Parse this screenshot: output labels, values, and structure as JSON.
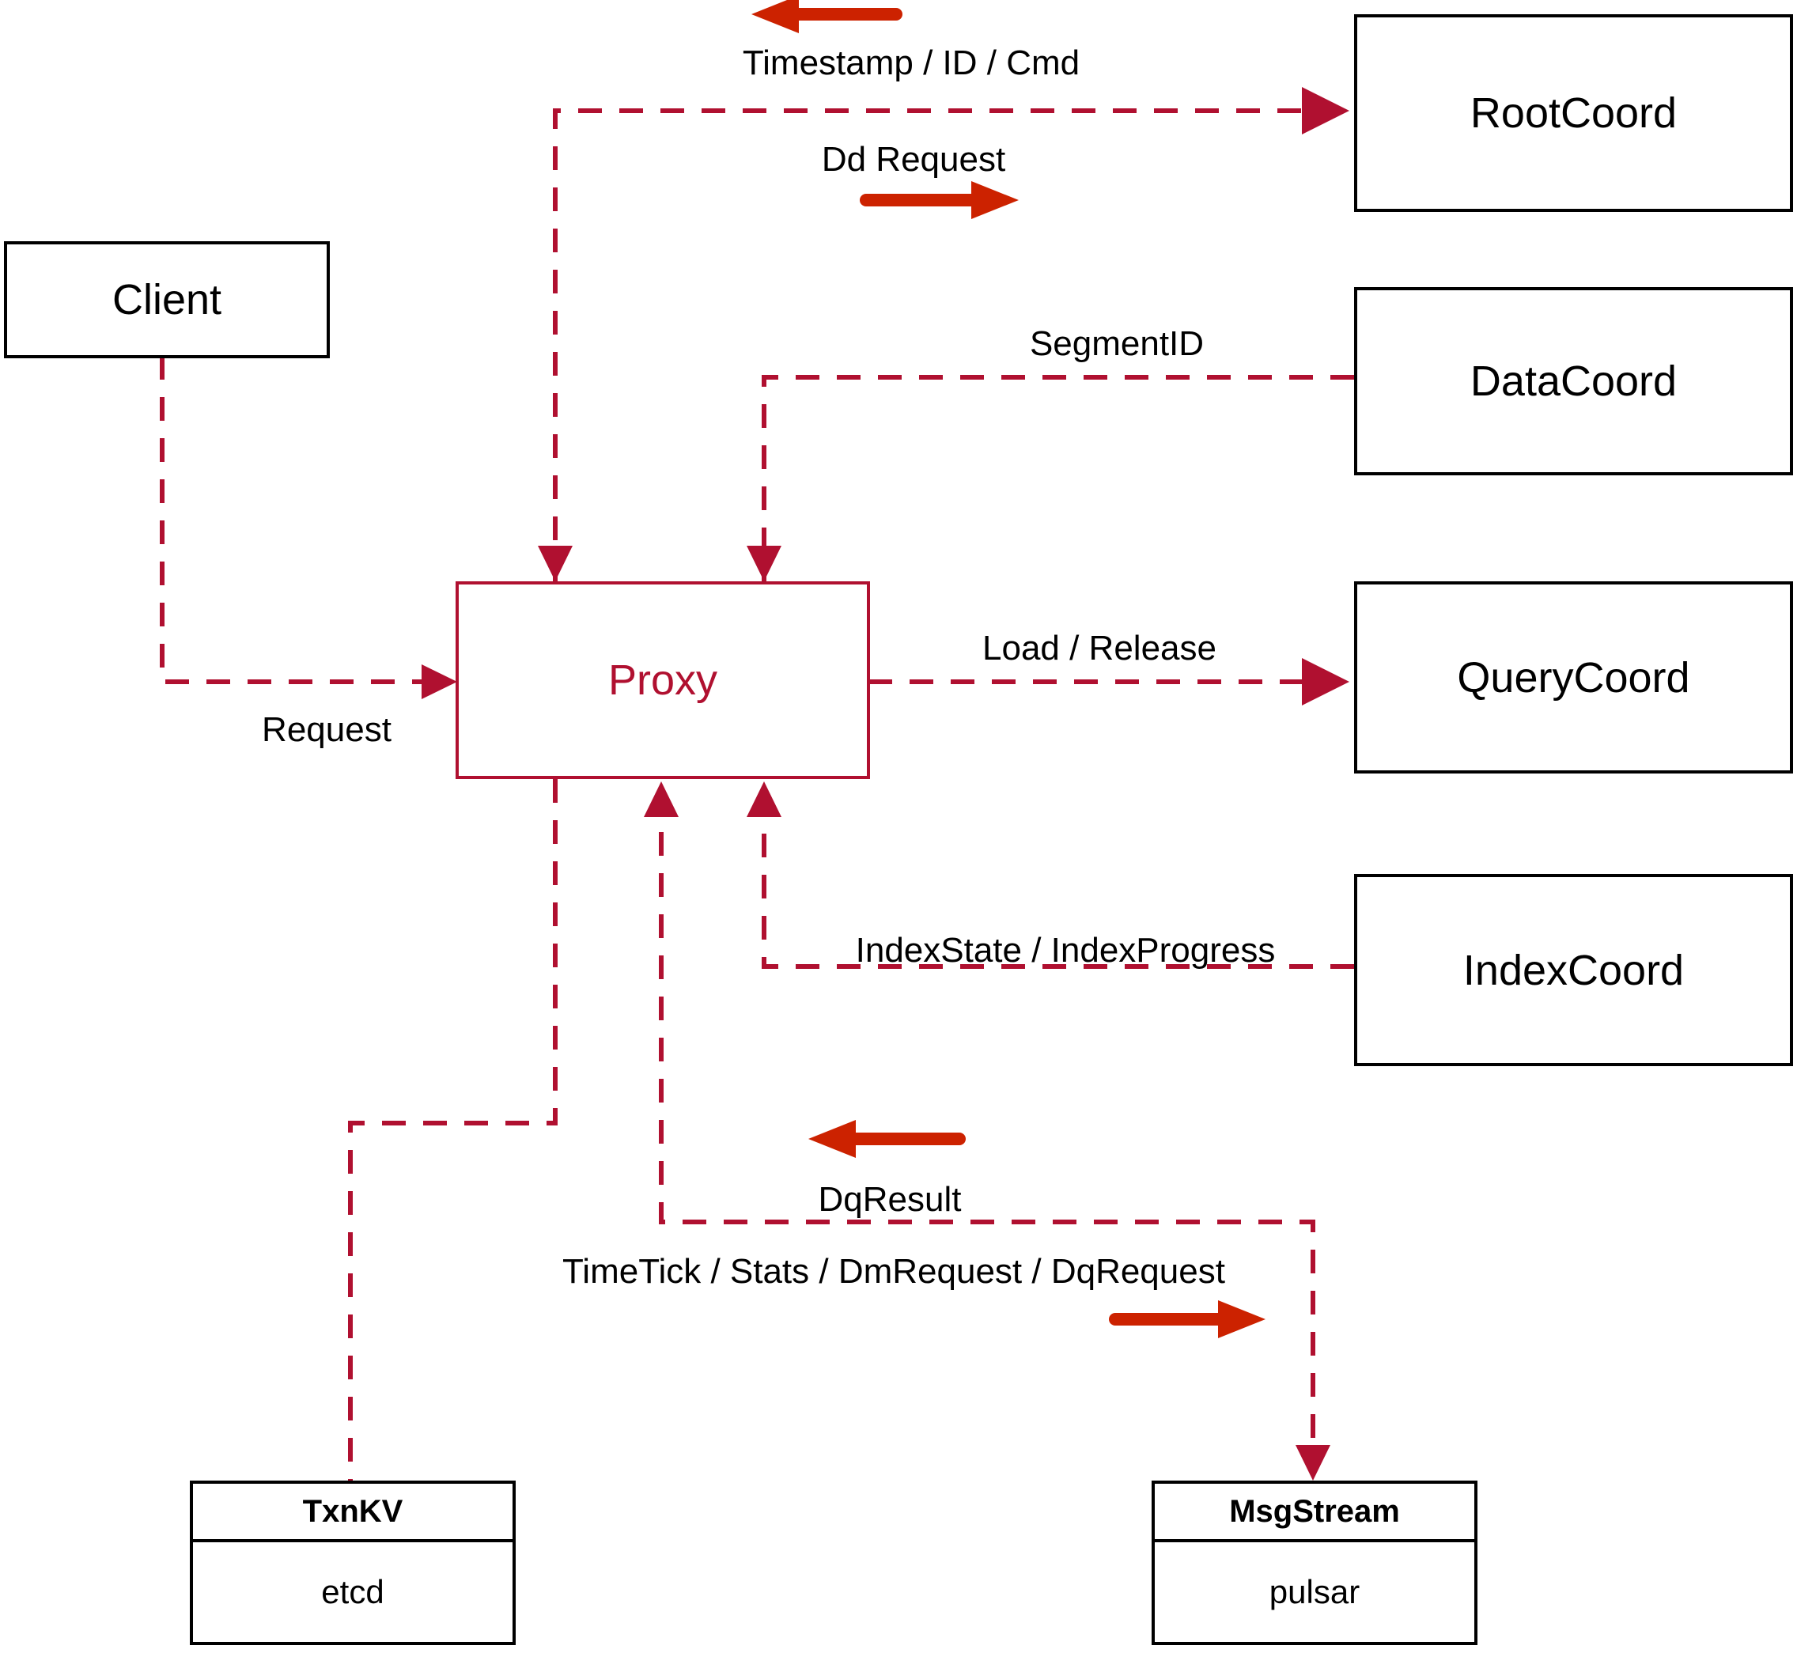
{
  "diagram": {
    "title": "Milvus Proxy interaction diagram",
    "colors": {
      "node_stroke": "#000000",
      "proxy_stroke": "#b01030",
      "proxy_text": "#b01030",
      "dashed_edge": "#b01030",
      "bold_arrow": "#cc2200",
      "background": "#ffffff"
    },
    "nodes": [
      {
        "id": "client",
        "label": "Client"
      },
      {
        "id": "proxy",
        "label": "Proxy"
      },
      {
        "id": "rootcoord",
        "label": "RootCoord"
      },
      {
        "id": "datacoord",
        "label": "DataCoord"
      },
      {
        "id": "querycoord",
        "label": "QueryCoord"
      },
      {
        "id": "indexcoord",
        "label": "IndexCoord"
      }
    ],
    "stores": [
      {
        "id": "txnkv",
        "header": "TxnKV",
        "body": "etcd"
      },
      {
        "id": "msgstream",
        "header": "MsgStream",
        "body": "pulsar"
      }
    ],
    "edge_labels": [
      {
        "id": "timestamp-id-cmd",
        "text": "Timestamp / ID / Cmd"
      },
      {
        "id": "dd-request",
        "text": "Dd Request"
      },
      {
        "id": "segmentid",
        "text": "SegmentID"
      },
      {
        "id": "request",
        "text": "Request"
      },
      {
        "id": "load-release",
        "text": "Load / Release"
      },
      {
        "id": "index-state",
        "text": "IndexState / IndexProgress"
      },
      {
        "id": "dq-result",
        "text": "DqResult"
      },
      {
        "id": "timetick-stats",
        "text": "TimeTick / Stats / DmRequest / DqRequest"
      }
    ]
  }
}
